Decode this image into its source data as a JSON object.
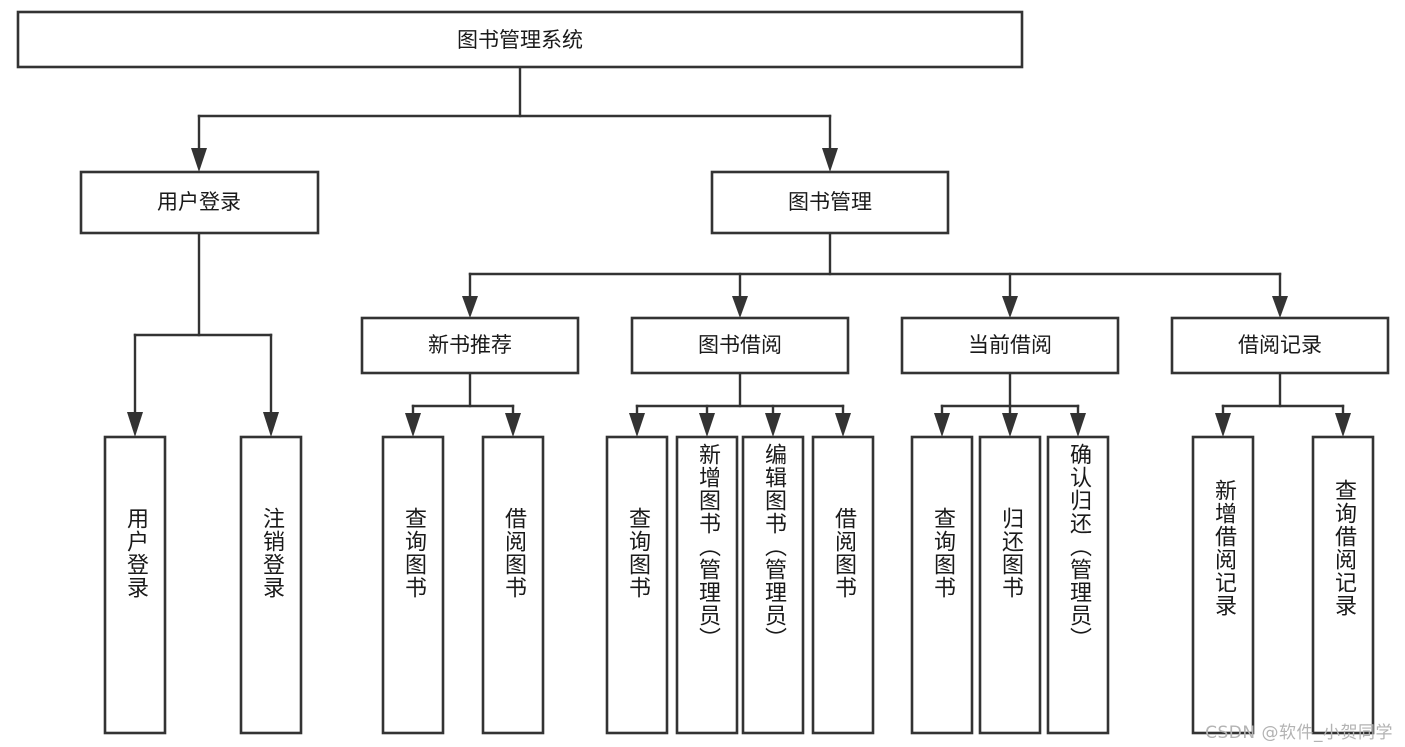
{
  "diagram": {
    "type": "tree-hierarchy",
    "title": "图书管理系统",
    "watermark": "CSDN @软件_小贺同学",
    "colors": {
      "background": "#ffffff",
      "stroke": "#333333",
      "text": "#1a1a1a",
      "watermark": "#b3b3b3"
    },
    "nodes": {
      "root": {
        "label": "图书管理系统"
      },
      "level2": [
        {
          "id": "user-login",
          "label": "用户登录"
        },
        {
          "id": "book-management",
          "label": "图书管理"
        }
      ],
      "level3": [
        {
          "id": "new-book-recommend",
          "label": "新书推荐"
        },
        {
          "id": "book-borrow",
          "label": "图书借阅"
        },
        {
          "id": "current-borrow",
          "label": "当前借阅"
        },
        {
          "id": "borrow-record",
          "label": "借阅记录"
        }
      ],
      "leaves": [
        {
          "id": "leaf-user-login",
          "label": "用户登录",
          "parent": "user-login"
        },
        {
          "id": "leaf-logout",
          "label": "注销登录",
          "parent": "user-login"
        },
        {
          "id": "leaf-query-book-1",
          "label": "查询图书",
          "parent": "new-book-recommend"
        },
        {
          "id": "leaf-borrow-book-1",
          "label": "借阅图书",
          "parent": "new-book-recommend"
        },
        {
          "id": "leaf-query-book-2",
          "label": "查询图书",
          "parent": "book-borrow"
        },
        {
          "id": "leaf-add-book",
          "label": "新增图书（管理员）",
          "parent": "book-borrow"
        },
        {
          "id": "leaf-edit-book",
          "label": "编辑图书（管理员）",
          "parent": "book-borrow"
        },
        {
          "id": "leaf-borrow-book-2",
          "label": "借阅图书",
          "parent": "book-borrow"
        },
        {
          "id": "leaf-query-book-3",
          "label": "查询图书",
          "parent": "current-borrow"
        },
        {
          "id": "leaf-return-book",
          "label": "归还图书",
          "parent": "current-borrow"
        },
        {
          "id": "leaf-confirm-return",
          "label": "确认归还（管理员）",
          "parent": "current-borrow"
        },
        {
          "id": "leaf-add-record",
          "label": "新增借阅记录",
          "parent": "borrow-record"
        },
        {
          "id": "leaf-query-record",
          "label": "查询借阅记录",
          "parent": "borrow-record"
        }
      ]
    }
  }
}
